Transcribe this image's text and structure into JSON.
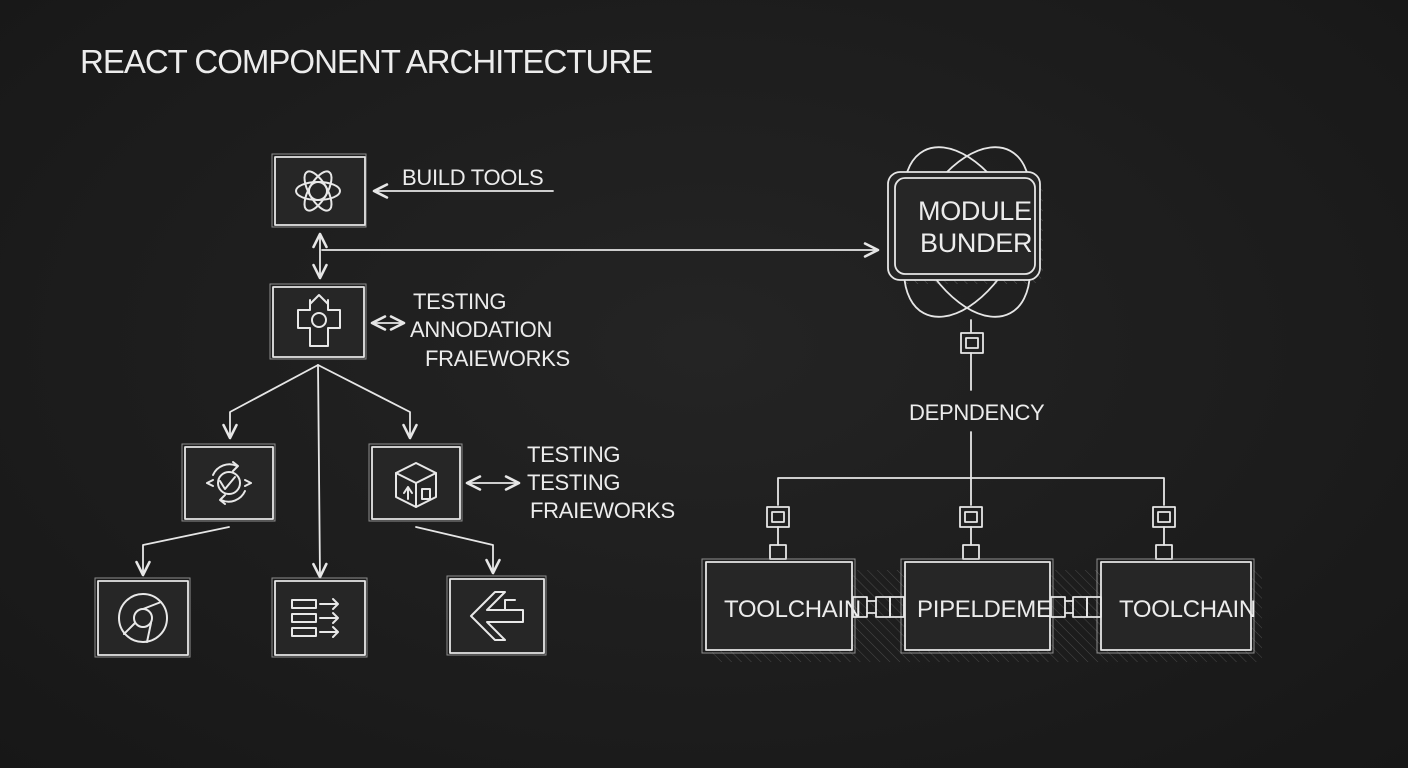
{
  "title": "REACT COMPONENT ARCHITECTURE",
  "left_labels": {
    "build_tools": "BUILD TOOLS",
    "testing_annodation": [
      "TESTING",
      "ANNODATION",
      "FRAIEWORKS"
    ],
    "testing_frameworks": [
      "TESTING",
      "TESTING",
      "FRAIEWORKS"
    ]
  },
  "bundler": {
    "line1": "MODULE",
    "line2": "BUNDER"
  },
  "dependency_label": "DEPNDENCY",
  "pipeline_boxes": [
    "TOOLCHAIN",
    "PIPELDEME",
    "TOOLCHAIN"
  ],
  "icons": {
    "top": "atom-icon",
    "upload": "upload-gear-icon",
    "sync": "sync-gear-icon",
    "package": "package-box-icon",
    "chrome": "circle-logo-icon",
    "list": "list-arrows-icon",
    "back": "arrow-left-icon"
  },
  "colors": {
    "background": "#1c1c1c",
    "chalk": "#ececec"
  }
}
